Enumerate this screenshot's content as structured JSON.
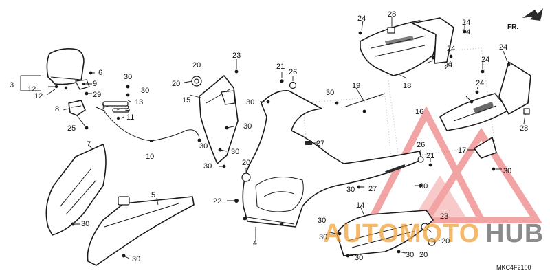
{
  "diagram": {
    "direction_label": "FR.",
    "diagram_code": "MKC4F2100",
    "callouts": [
      {
        "id": "c3",
        "label": "3"
      },
      {
        "id": "c12a",
        "label": "12"
      },
      {
        "id": "c12b",
        "label": "12"
      },
      {
        "id": "c6",
        "label": "6"
      },
      {
        "id": "c9",
        "label": "9"
      },
      {
        "id": "c29",
        "label": "29"
      },
      {
        "id": "c8",
        "label": "8"
      },
      {
        "id": "c25",
        "label": "25"
      },
      {
        "id": "c1",
        "label": "1"
      },
      {
        "id": "c2",
        "label": "2"
      },
      {
        "id": "c13",
        "label": "13"
      },
      {
        "id": "c11",
        "label": "11"
      },
      {
        "id": "c30a",
        "label": "30"
      },
      {
        "id": "c30b",
        "label": "30"
      },
      {
        "id": "c10",
        "label": "10"
      },
      {
        "id": "c7",
        "label": "7"
      },
      {
        "id": "c30c",
        "label": "30"
      },
      {
        "id": "c5",
        "label": "5"
      },
      {
        "id": "c30d",
        "label": "30"
      },
      {
        "id": "c20a",
        "label": "20"
      },
      {
        "id": "c20b",
        "label": "20"
      },
      {
        "id": "c23a",
        "label": "23"
      },
      {
        "id": "c15",
        "label": "15"
      },
      {
        "id": "c30e",
        "label": "30"
      },
      {
        "id": "c30f",
        "label": "30"
      },
      {
        "id": "c30g",
        "label": "30"
      },
      {
        "id": "c30h",
        "label": "30"
      },
      {
        "id": "c21a",
        "label": "21"
      },
      {
        "id": "c26a",
        "label": "26"
      },
      {
        "id": "c30i",
        "label": "30"
      },
      {
        "id": "c27a",
        "label": "27"
      },
      {
        "id": "c20c",
        "label": "20"
      },
      {
        "id": "c22",
        "label": "22"
      },
      {
        "id": "c4",
        "label": "4"
      },
      {
        "id": "c19",
        "label": "19"
      },
      {
        "id": "c30j",
        "label": "30"
      },
      {
        "id": "c27b",
        "label": "27"
      },
      {
        "id": "c30k",
        "label": "30"
      },
      {
        "id": "c24a",
        "label": "24"
      },
      {
        "id": "c28a",
        "label": "28"
      },
      {
        "id": "c24b",
        "label": "24"
      },
      {
        "id": "c24c",
        "label": "24"
      },
      {
        "id": "c24d",
        "label": "24"
      },
      {
        "id": "c24e",
        "label": "24"
      },
      {
        "id": "c18",
        "label": "18"
      },
      {
        "id": "c24f",
        "label": "24"
      },
      {
        "id": "c24g",
        "label": "24"
      },
      {
        "id": "c24h",
        "label": "24"
      },
      {
        "id": "c16",
        "label": "16"
      },
      {
        "id": "c28b",
        "label": "28"
      },
      {
        "id": "c26b",
        "label": "26"
      },
      {
        "id": "c21b",
        "label": "21"
      },
      {
        "id": "c17",
        "label": "17"
      },
      {
        "id": "c30l",
        "label": "30"
      },
      {
        "id": "c30m",
        "label": "30"
      },
      {
        "id": "c14",
        "label": "14"
      },
      {
        "id": "c30n",
        "label": "30"
      },
      {
        "id": "c30o",
        "label": "30"
      },
      {
        "id": "c23b",
        "label": "23"
      },
      {
        "id": "c20d",
        "label": "20"
      },
      {
        "id": "c30p",
        "label": "30"
      },
      {
        "id": "c20e",
        "label": "20"
      },
      {
        "id": "c30q",
        "label": "30"
      }
    ]
  },
  "watermark": {
    "brand_left": "AUTOMOTO",
    "brand_right": "HUB",
    "accent_color": "#f2a23a",
    "secondary_color": "#6f6f6f",
    "triangle_color": "#e85a5a"
  }
}
